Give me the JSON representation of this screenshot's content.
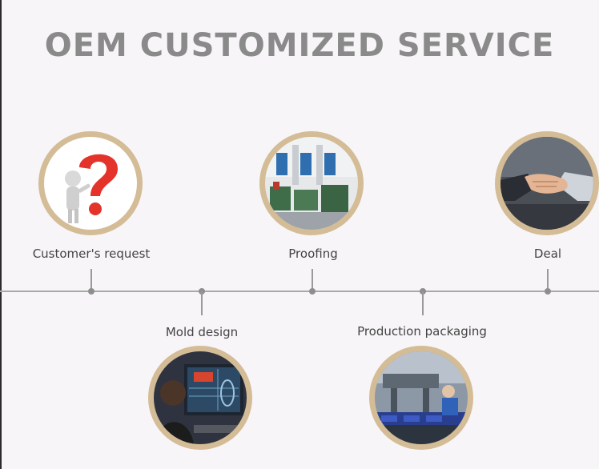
{
  "title": "OEM CUSTOMIZED SERVICE",
  "steps": [
    {
      "label": "Customer's request",
      "icon": "question-person-icon"
    },
    {
      "label": "Mold design",
      "icon": "computer-design-icon"
    },
    {
      "label": "Proofing",
      "icon": "factory-icon"
    },
    {
      "label": "Production packaging",
      "icon": "production-line-icon"
    },
    {
      "label": "Deal",
      "icon": "handshake-icon"
    }
  ],
  "colors": {
    "ring": "#d3bc96",
    "title": "#8a8a8a",
    "line": "#a9a9a9",
    "accent": "#e4332a"
  }
}
